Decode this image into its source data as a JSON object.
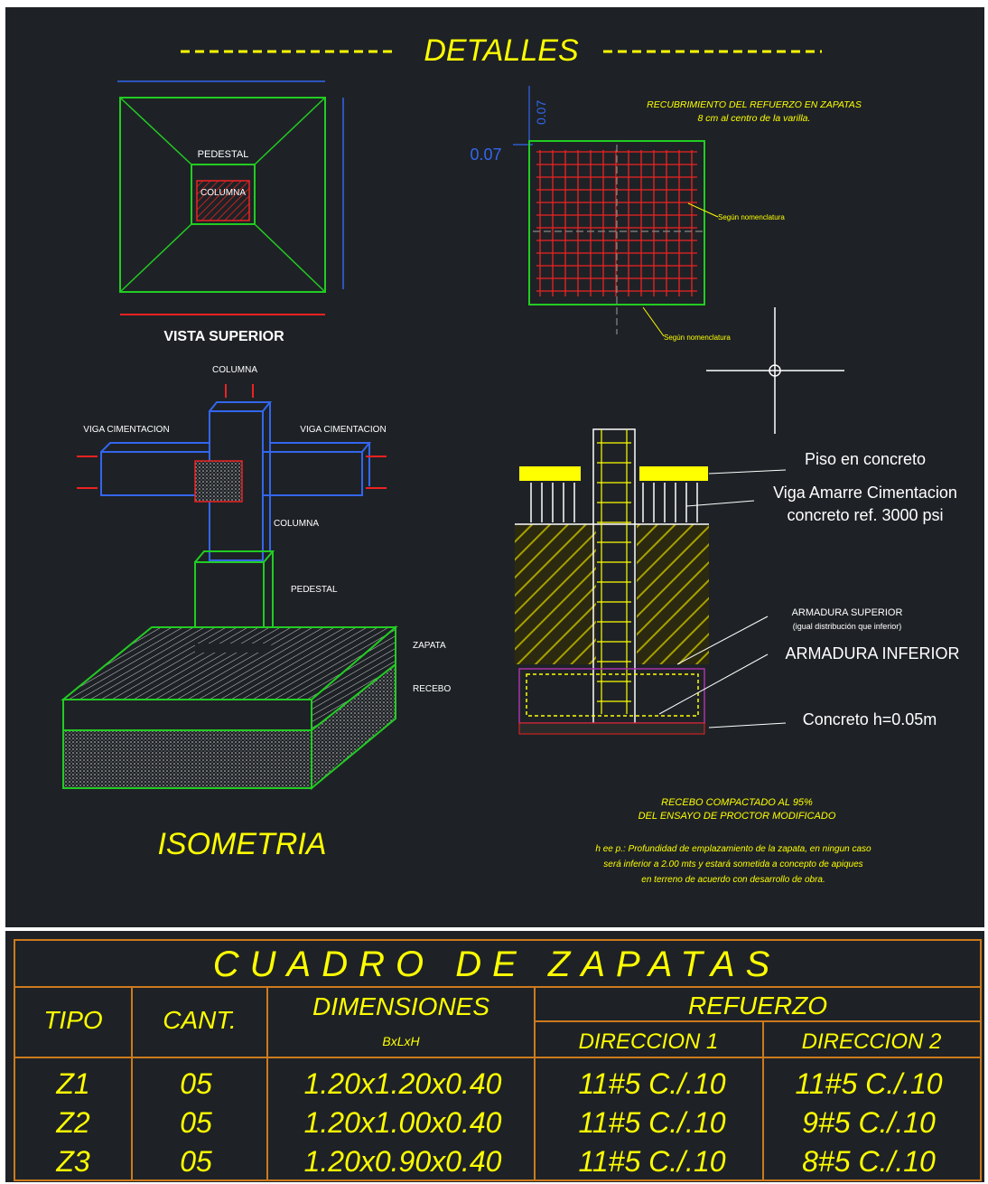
{
  "colors": {
    "background": "#1e2226",
    "yellow": "#ffff00",
    "green": "#22cc22",
    "blue": "#3366ee",
    "red": "#ee2222",
    "white": "#ffffff",
    "frame": "#cc7a1e",
    "hatch": "#b8b000"
  },
  "header": {
    "title": "DETALLES"
  },
  "top_view": {
    "pedestal_label": "PEDESTAL",
    "column_label": "COLUMNA",
    "title": "VISTA SUPERIOR"
  },
  "rebar_plan": {
    "cover_title": "RECUBRIMIENTO DEL REFUERZO EN ZAPATAS",
    "cover_subtitle": "8 cm  al centro de la varilla.",
    "dim_left": "0.07",
    "dim_top": "0.07",
    "callout_1": "Según nomenclatura",
    "callout_2": "Según nomenclatura"
  },
  "isometric": {
    "column_top": "COLUMNA",
    "beam_left": "VIGA CIMENTACION",
    "beam_right": "VIGA CIMENTACION",
    "column_mid": "COLUMNA",
    "pedestal": "PEDESTAL",
    "footing": "ZAPATA",
    "fill": "RECEBO",
    "title": "ISOMETRIA"
  },
  "section": {
    "floor": "Piso en concreto",
    "beam_1": "Viga Amarre Cimentacion",
    "beam_2": "concreto ref. 3000 psi",
    "top_rebar": "ARMADURA SUPERIOR",
    "top_rebar_note": "(igual distribución que inferior)",
    "bottom_rebar": "ARMADURA INFERIOR",
    "lean_concrete": "Concreto h=0.05m",
    "fill_1": "RECEBO COMPACTADO AL 95%",
    "fill_2": "DEL ENSAYO DE PROCTOR MODIFICADO",
    "note_1": "h ee p.: Profundidad de emplazamiento de la zapata, en ningun caso",
    "note_2": "será inferior a 2.00 mts y estará sometida a concepto de apiques",
    "note_3": "en terreno de acuerdo con desarrollo de obra."
  },
  "table": {
    "title": "CUADRO  DE  ZAPATAS",
    "headers": {
      "tipo": "TIPO",
      "cant": "CANT.",
      "dimensiones": "DIMENSIONES",
      "dimensiones_sub": "BxLxH",
      "refuerzo": "REFUERZO",
      "dir1": "DIRECCION 1",
      "dir2": "DIRECCION 2"
    },
    "rows": [
      {
        "tipo": "Z1",
        "cant": "05",
        "dim": "1.20x1.20x0.40",
        "dir1": "11#5 C./.10",
        "dir2": "11#5 C./.10"
      },
      {
        "tipo": "Z2",
        "cant": "05",
        "dim": "1.20x1.00x0.40",
        "dir1": "11#5 C./.10",
        "dir2": "9#5 C./.10"
      },
      {
        "tipo": "Z3",
        "cant": "05",
        "dim": "1.20x0.90x0.40",
        "dir1": "11#5 C./.10",
        "dir2": "8#5 C./.10"
      }
    ]
  }
}
